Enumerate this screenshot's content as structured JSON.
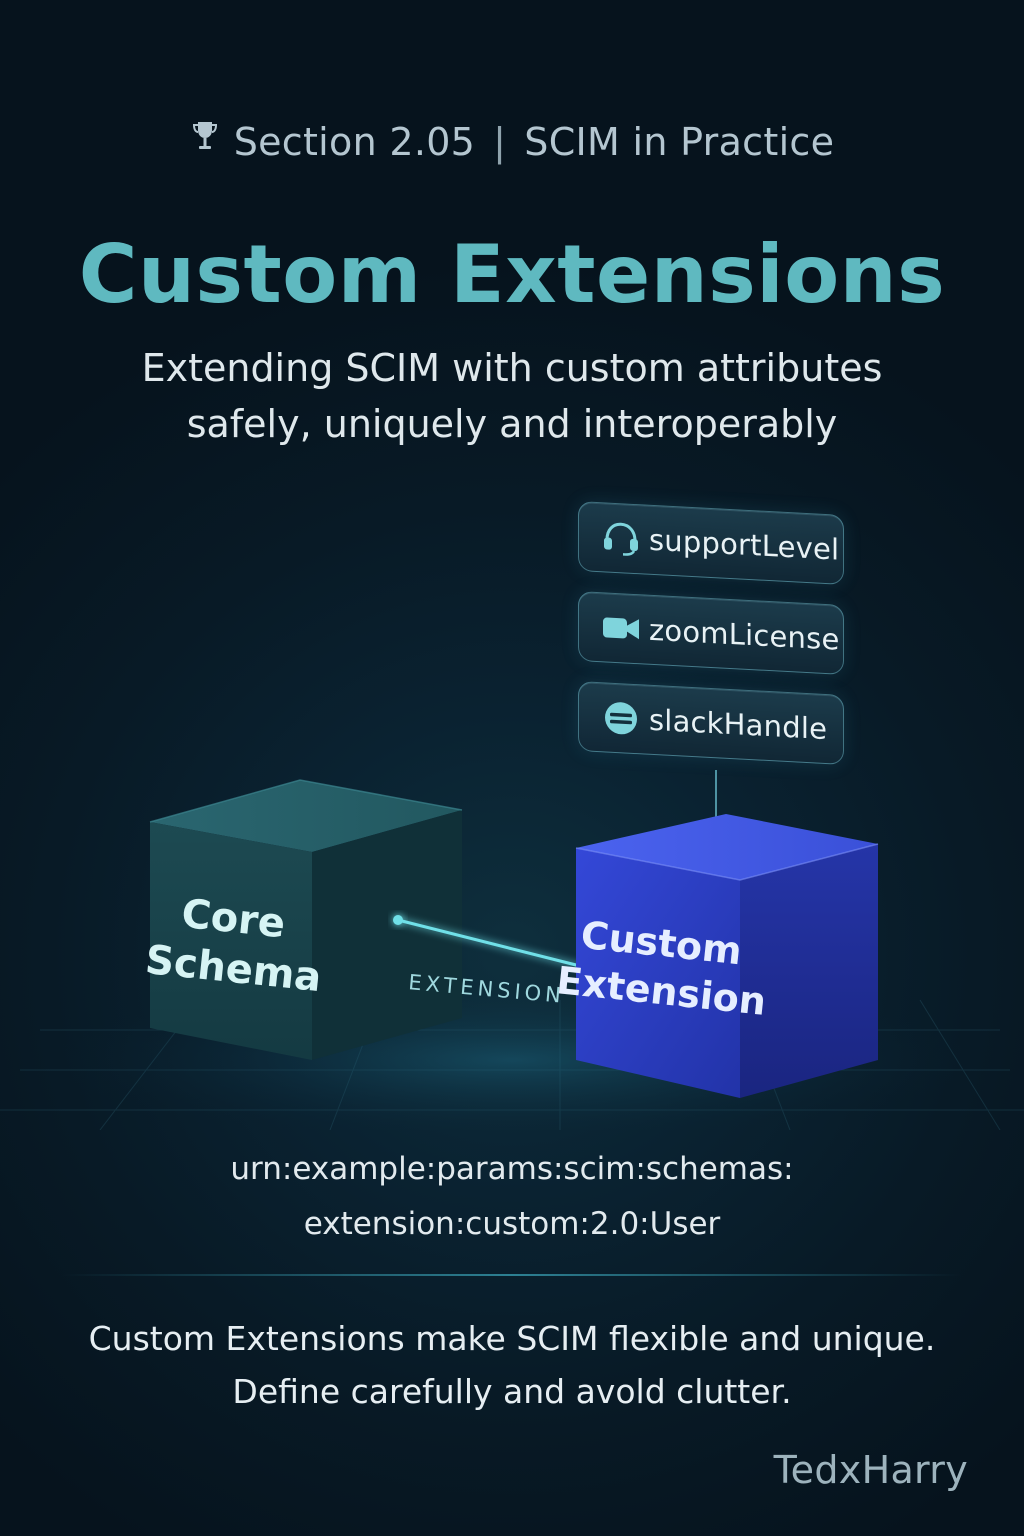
{
  "header": {
    "section": "Section 2.05",
    "divider": "|",
    "topic": "SCIM in Practice",
    "icon": "trophy-icon"
  },
  "title": "Custom Extensions",
  "subtitle": {
    "line1": "Extending SCIM with custom attributes",
    "line2": "safely, uniquely and interoperably"
  },
  "attributes": [
    {
      "label": "supportLevel",
      "icon": "headset-icon"
    },
    {
      "label": "zoomLicense",
      "icon": "video-camera-icon"
    },
    {
      "label": "slackHandle",
      "icon": "chat-icon"
    }
  ],
  "diagram": {
    "core_box": {
      "line1": "Core",
      "line2": "Schema"
    },
    "connector_label": "EXTENSION",
    "extension_box": {
      "line1": "Custom",
      "line2": "Extension"
    }
  },
  "urn": {
    "line1": "urn:example:params:scim:schemas:",
    "line2": "extension:custom:2.0:User"
  },
  "footer": {
    "line1": "Custom Extensions make SCIM flexible and unique.",
    "line2": "Define carefully and avold clutter."
  },
  "signature": "TedxHarry",
  "colors": {
    "title": "#5fb9c0",
    "core_box": "#1f5257",
    "extension_box": "#2d45c8",
    "connector": "#6fe0e8",
    "background": "#081a26"
  }
}
